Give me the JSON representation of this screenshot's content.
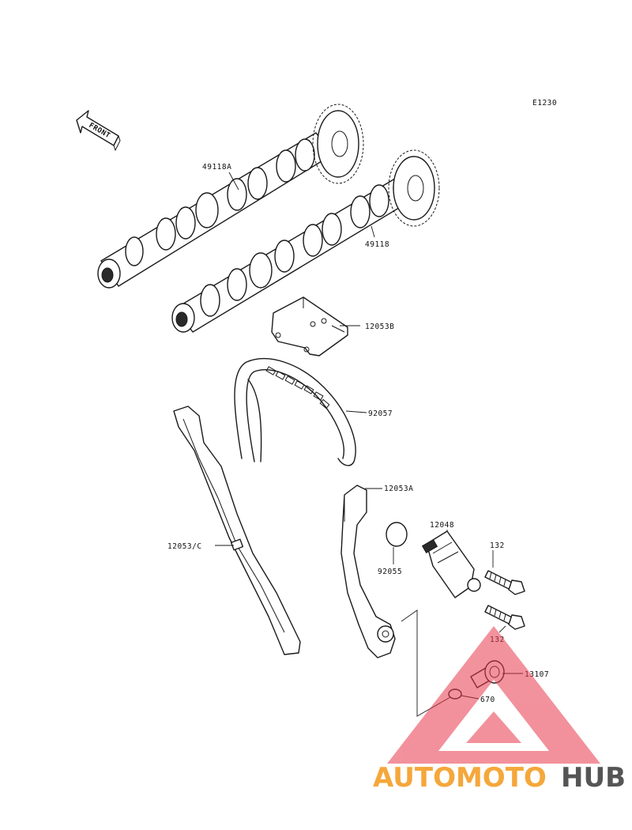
{
  "diagram": {
    "code": "E1230",
    "front_label": "FRONT",
    "parts": [
      {
        "id": "p49118A",
        "number": "49118A"
      },
      {
        "id": "p49118",
        "number": "49118"
      },
      {
        "id": "p12053B",
        "number": "12053B"
      },
      {
        "id": "p92057",
        "number": "92057"
      },
      {
        "id": "p12053A",
        "number": "12053A"
      },
      {
        "id": "p12048",
        "number": "12048"
      },
      {
        "id": "p132a",
        "number": "132"
      },
      {
        "id": "p92055",
        "number": "92055"
      },
      {
        "id": "p12053C",
        "number": "12053/C"
      },
      {
        "id": "p132b",
        "number": "132"
      },
      {
        "id": "p13107",
        "number": "13107"
      },
      {
        "id": "p670",
        "number": "670"
      }
    ]
  },
  "watermark": {
    "brand_part1": "AUTOMOTO",
    "brand_part2": "HUB",
    "color_part1": "#f5a73b",
    "color_part2": "#555555",
    "triangle_color": "#e8394a"
  }
}
